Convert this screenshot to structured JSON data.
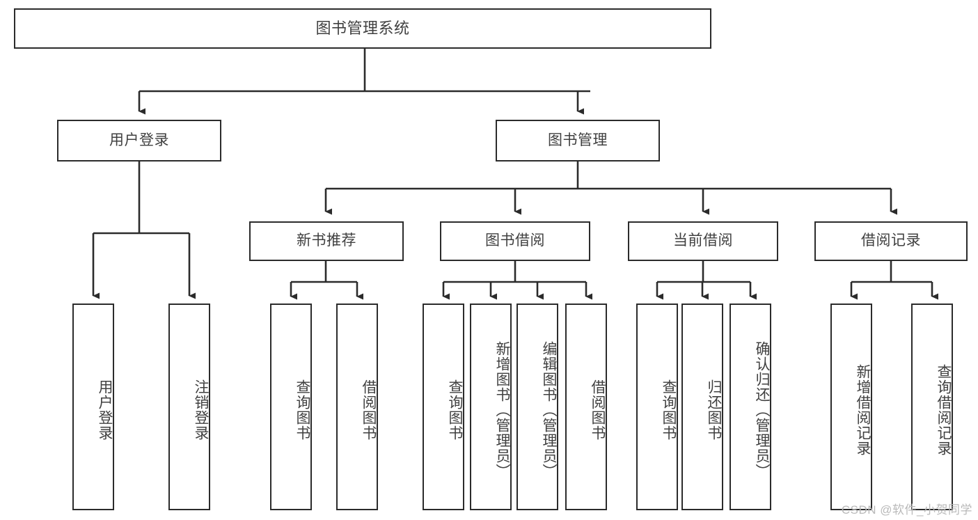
{
  "diagram": {
    "title": "图书管理系统",
    "type": "tree",
    "watermark": "CSDN @软件_小贺同学",
    "colors": {
      "box_border": "#2b2b2b",
      "box_fill": "#ffffff",
      "text": "#404040",
      "connector": "#2b2b2b",
      "watermark": "#b9b9b9",
      "background": "#ffffff"
    },
    "nodes": {
      "root": {
        "label": "图书管理系统",
        "orientation": "horizontal"
      },
      "level2": [
        {
          "label": "用户登录",
          "orientation": "horizontal"
        },
        {
          "label": "图书管理",
          "orientation": "horizontal"
        }
      ],
      "level3": [
        {
          "label": "新书推荐",
          "orientation": "horizontal"
        },
        {
          "label": "图书借阅",
          "orientation": "horizontal"
        },
        {
          "label": "当前借阅",
          "orientation": "horizontal"
        },
        {
          "label": "借阅记录",
          "orientation": "horizontal"
        }
      ],
      "leaves": {
        "user_login": [
          {
            "label": "用户登录",
            "orientation": "vertical"
          },
          {
            "label": "注销登录",
            "orientation": "vertical"
          }
        ],
        "new_book_recommend": [
          {
            "label": "查询图书",
            "orientation": "vertical"
          },
          {
            "label": "借阅图书",
            "orientation": "vertical"
          }
        ],
        "book_borrow": [
          {
            "label": "查询图书",
            "orientation": "vertical"
          },
          {
            "label": "新增图书（管理员）",
            "orientation": "vertical"
          },
          {
            "label": "编辑图书（管理员）",
            "orientation": "vertical"
          },
          {
            "label": "借阅图书",
            "orientation": "vertical"
          }
        ],
        "current_borrow": [
          {
            "label": "查询图书",
            "orientation": "vertical"
          },
          {
            "label": "归还图书",
            "orientation": "vertical"
          },
          {
            "label": "确认归还（管理员）",
            "orientation": "vertical"
          }
        ],
        "borrow_record": [
          {
            "label": "新增借阅记录",
            "orientation": "vertical"
          },
          {
            "label": "查询借阅记录",
            "orientation": "vertical"
          }
        ]
      }
    }
  }
}
